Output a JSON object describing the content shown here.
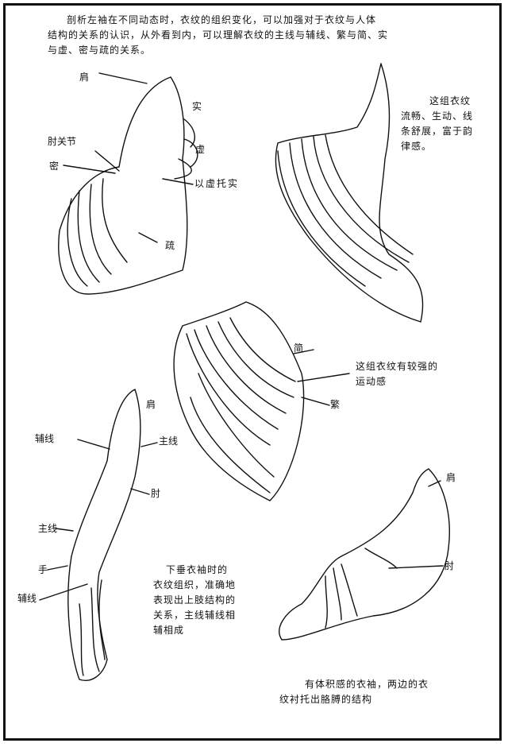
{
  "intro_text": [
    "剖析左袖在不同动态时，衣纹的组织变化，可以加强对于衣纹与人体",
    "结构的关系的认识，从外看到内，可以理解衣纹的主线与辅线、繁与简、实",
    "与虚、密与疏的关系。"
  ],
  "figure1": {
    "labels": {
      "shoulder": "肩",
      "solid": "实",
      "elbow_joint": "肘关节",
      "void": "虚",
      "dense": "密",
      "void_supports_solid": "以虚托实",
      "sparse": "疏"
    }
  },
  "figure2": {
    "caption": [
      "这组衣纹",
      "流畅、生动、线",
      "条舒展，富于韵",
      "律感。"
    ]
  },
  "figure3": {
    "labels": {
      "simple": "简",
      "complex": "繁"
    },
    "caption": [
      "这组衣纹有较强的",
      "运动感"
    ]
  },
  "figure4": {
    "labels": {
      "shoulder": "肩",
      "aux_line_1": "辅线",
      "main_line_1": "主线",
      "elbow": "肘",
      "main_line_2": "主线",
      "hand": "手",
      "aux_line_2": "辅线"
    },
    "caption": [
      "下垂衣袖时的",
      "衣纹组织，准确地",
      "表现出上肢结构的",
      "关系，主线辅线相",
      "辅相成"
    ]
  },
  "figure5": {
    "labels": {
      "shoulder": "肩",
      "elbow": "肘"
    },
    "caption": [
      "有体积感的衣袖，两边的衣",
      "纹衬托出胳膊的结构"
    ]
  }
}
